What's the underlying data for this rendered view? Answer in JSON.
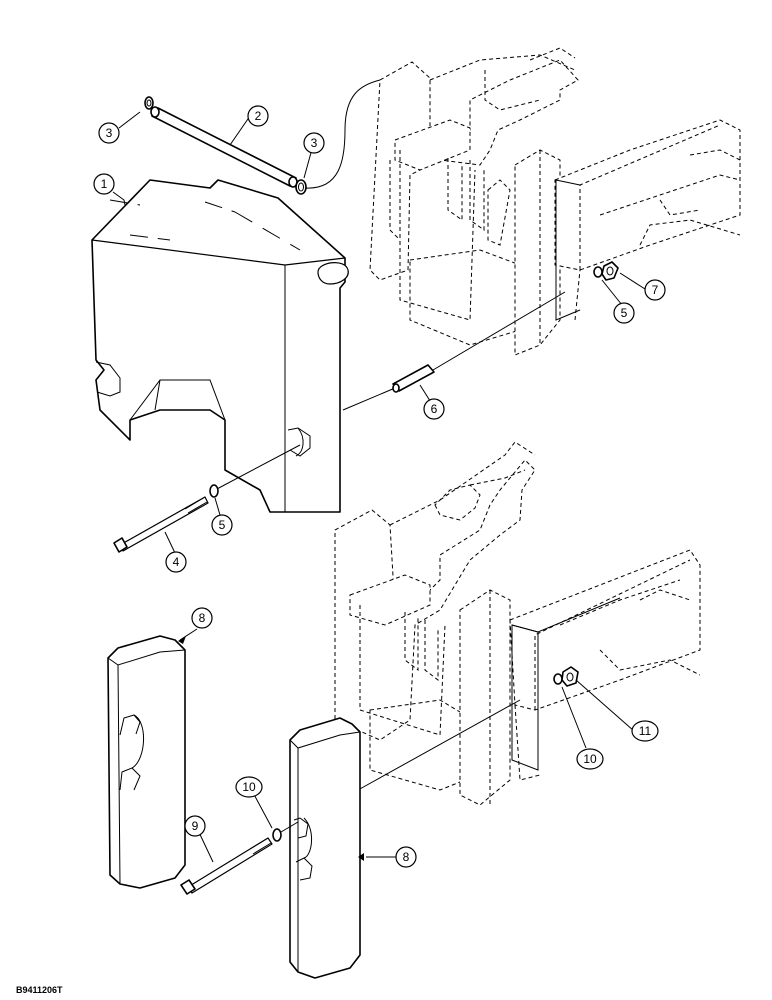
{
  "callouts": [
    {
      "id": "c1",
      "label": "1"
    },
    {
      "id": "c2",
      "label": "2"
    },
    {
      "id": "c3a",
      "label": "3"
    },
    {
      "id": "c3b",
      "label": "3"
    },
    {
      "id": "c4",
      "label": "4"
    },
    {
      "id": "c5a",
      "label": "5"
    },
    {
      "id": "c5b",
      "label": "5"
    },
    {
      "id": "c6",
      "label": "6"
    },
    {
      "id": "c7",
      "label": "7"
    },
    {
      "id": "c8a",
      "label": "8"
    },
    {
      "id": "c8b",
      "label": "8"
    },
    {
      "id": "c9",
      "label": "9"
    },
    {
      "id": "c10a",
      "label": "10"
    },
    {
      "id": "c10b",
      "label": "10"
    },
    {
      "id": "c11",
      "label": "11"
    }
  ],
  "figure_code": "B9411206T"
}
